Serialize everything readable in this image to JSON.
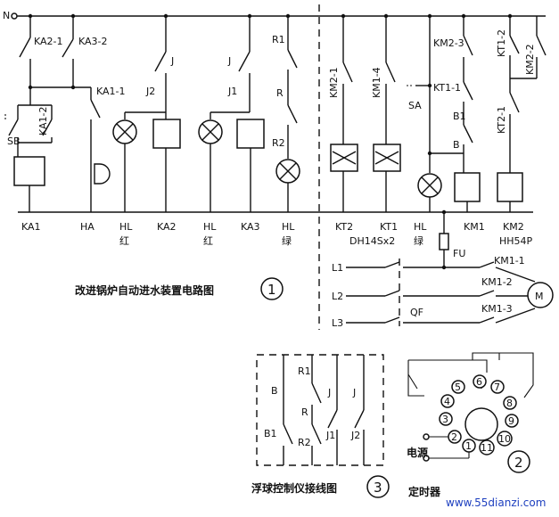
{
  "labels": {
    "n": "N",
    "ka2_1": "KA2-1",
    "ka3_2": "KA3-2",
    "ka1_1": "KA1-1",
    "ka1_2": "KA1-2",
    "sb": "SB",
    "j_a": "J",
    "j_b": "J",
    "j2": "J2",
    "j1": "J1",
    "r1": "R1",
    "r": "R",
    "r2": "R2",
    "km2_1": "KM2-1",
    "km1_4": "KM1-4",
    "km2_3": "KM2-3",
    "kt1_1": "KT1-1",
    "kt1_2": "KT1-2",
    "km2_2": "KM2-2",
    "sa": "SA",
    "b1": "B1",
    "b": "B",
    "kt2_1": "KT2-1",
    "ka1": "KA1",
    "ha": "HA",
    "hl_1": "HL",
    "hong_1": "红",
    "ka2": "KA2",
    "hl_2": "HL",
    "hong_2": "红",
    "ka3": "KA3",
    "hl_3": "HL",
    "lv_1": "绿",
    "kt2": "KT2",
    "kt1": "KT1",
    "dh": "DH14Sx2",
    "hl_4": "HL",
    "lv_2": "绿",
    "km1": "KM1",
    "km2": "KM2",
    "hh": "HH54P",
    "fu": "FU",
    "l1": "L1",
    "l2": "L2",
    "l3": "L3",
    "qf": "QF",
    "km1_1": "KM1-1",
    "km1_2": "KM1-2",
    "km1_3": "KM1-3",
    "motor": "M",
    "f3_b": "B",
    "f3_b1": "B1",
    "f3_r1": "R1",
    "f3_r": "R",
    "f3_r2": "R2",
    "f3_j_a": "J",
    "f3_j_b": "J",
    "f3_j1": "J1",
    "f3_j2": "J2",
    "pin2": "2",
    "pin3": "3",
    "pin4": "4",
    "pin5": "5",
    "pin6": "6",
    "pin7": "7",
    "pin8": "8",
    "pin9": "9",
    "pin10": "10",
    "pin11": "11",
    "pin1": "1",
    "power": "电源",
    "caption1": "改进锅炉自动进水装置电路图",
    "num1": "1",
    "caption3": "浮球控制仪接线图",
    "num3": "3",
    "caption2": "定时器",
    "num2": "2",
    "watermark": "www.55dianzi.com"
  }
}
